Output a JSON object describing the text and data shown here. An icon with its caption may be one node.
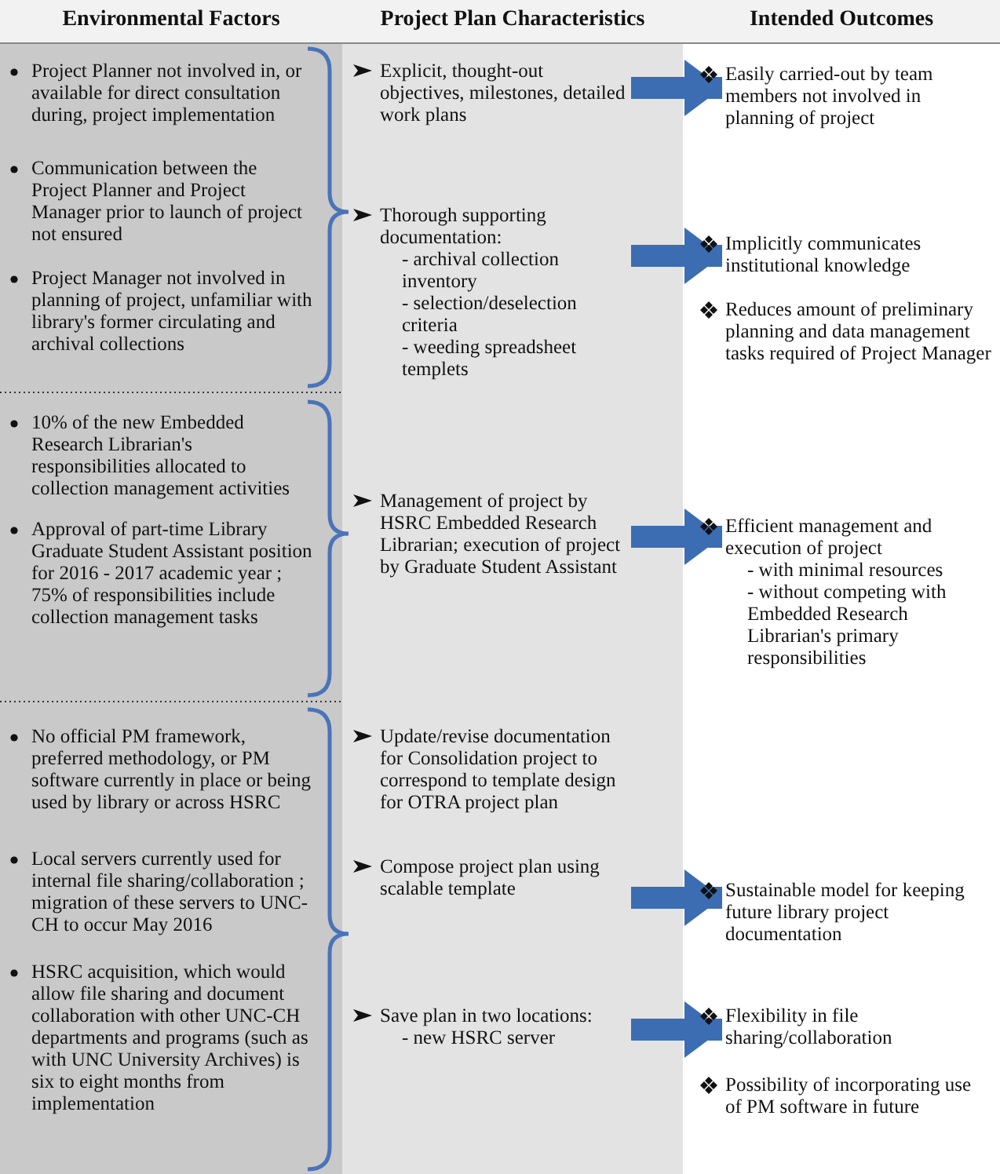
{
  "diagram": {
    "nodes": [
      {
        "text": [
          "Project Planner not involved in, or available for direct consultation during, project implementation"
        ]
      },
      {
        "text": [
          "Communication between the Project Planner and Project Manager prior to launch of project not ensured"
        ]
      },
      {
        "text": [
          "Project Manager not involved in planning of project, unfamiliar with library's former circulating and archival collections"
        ]
      },
      {
        "text": [
          "10% of the new Embedded Research Librarian's responsibilities allocated to collection management activities"
        ]
      },
      {
        "text": [
          "Approval of part-time Library Graduate Student Assistant position for 2016 - 2017 academic year ; 75% of responsibilities include collection management tasks"
        ]
      },
      {
        "text": [
          "No official PM framework, preferred methodology, or PM software currently in place or being used by library or across HSRC"
        ]
      },
      {
        "text": [
          "Local servers currently used for internal file sharing/collaboration ; migration of these servers to UNC-CH to occur May 2016"
        ]
      },
      {
        "text": [
          "HSRC acquisition, which would allow file sharing and document collaboration with other UNC-CH departments and programs (such as with UNC University Archives) is six to eight months from implementation"
        ]
      },
      {
        "text": [
          "Explicit, thought-out objectives, milestones, detailed work plans"
        ]
      },
      {
        "text": [
          "Thorough supporting documentation:",
          "- archival collection inventory",
          "- selection/deselection criteria",
          "- weeding spreadsheet templets"
        ]
      },
      {
        "text": [
          "Management of project by HSRC Embedded Research Librarian; execution of project by Graduate Student Assistant"
        ]
      },
      {
        "text": [
          "Update/revise documentation for Consolidation project to correspond to template design for OTRA project plan"
        ]
      },
      {
        "text": [
          "Compose project plan using scalable template"
        ]
      },
      {
        "text": [
          "Save plan in two locations:",
          "- new HSRC server"
        ]
      },
      {
        "text": [
          "Easily carried-out by team members not involved in planning of project"
        ]
      },
      {
        "text": [
          "Implicitly communicates institutional knowledge"
        ]
      },
      {
        "text": [
          "Reduces amount of preliminary planning and data management tasks required of Project Manager"
        ]
      },
      {
        "text": [
          "Efficient management and execution of project",
          "- with minimal resources",
          "- without competing with Embedded Research Librarian's primary responsibilities"
        ]
      },
      {
        "text": [
          "Sustainable model for keeping future library project documentation"
        ]
      },
      {
        "text": [
          "Flexibility in file sharing/collaboration"
        ]
      },
      {
        "text": [
          "Possibility of incorporating use of PM software in future"
        ]
      }
    ],
    "edges": [
      {
        "from": 8,
        "to": 14,
        "arrow": "to"
      },
      {
        "from": 9,
        "to": 15,
        "arrow": "to"
      },
      {
        "from": 10,
        "to": 17,
        "arrow": "to"
      },
      {
        "from": 12,
        "to": 18,
        "arrow": "to"
      },
      {
        "from": 13,
        "to": 19,
        "arrow": "to"
      }
    ],
    "labels": [
      "Environmental Factors",
      "Project Plan Characteristics",
      "Intended Outcomes"
    ]
  }
}
